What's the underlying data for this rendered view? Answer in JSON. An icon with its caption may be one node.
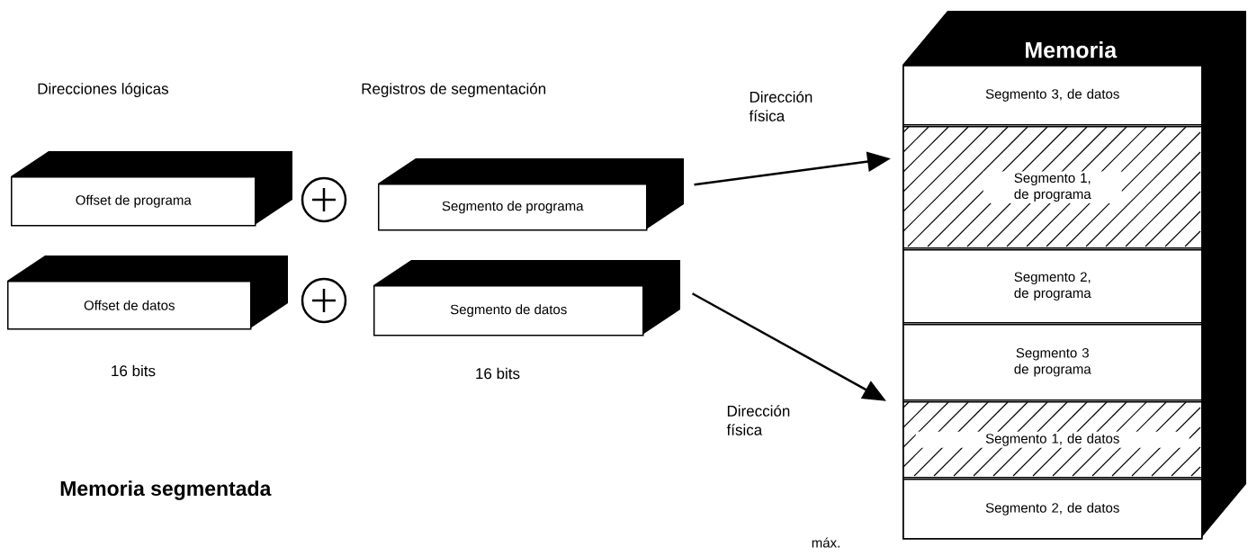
{
  "diagram": {
    "nodes": [
      {
        "text": [
          "Offset de programa"
        ]
      },
      {
        "text": [
          "Segmento de programa"
        ]
      },
      {
        "text": [
          "Offset de datos"
        ]
      },
      {
        "text": [
          "Segmento de datos"
        ]
      },
      {
        "text": [
          "Memoria"
        ]
      },
      {
        "text": [
          "Segmento 3, de datos"
        ],
        "in": 4
      },
      {
        "text": [
          "Segmento 1, de programa"
        ],
        "in": 4
      },
      {
        "text": [
          "Segmento 2, de programa"
        ],
        "in": 4
      },
      {
        "text": [
          "Segmento 3 de programa"
        ],
        "in": 4
      },
      {
        "text": [
          "Segmento 1, de datos"
        ],
        "in": 4
      },
      {
        "text": [
          "Segmento 2, de datos"
        ],
        "in": 4
      }
    ],
    "edges": [
      {
        "from": 1,
        "to": 6,
        "arrow": "to",
        "label": "Dirección física"
      },
      {
        "from": 3,
        "to": 9,
        "arrow": "to",
        "label": "Dirección física"
      }
    ],
    "labels": [
      "Direcciones lógicas",
      "Registros de segmentación",
      "16 bits",
      "16 bits",
      "Memoria segmentada",
      "máx."
    ]
  }
}
